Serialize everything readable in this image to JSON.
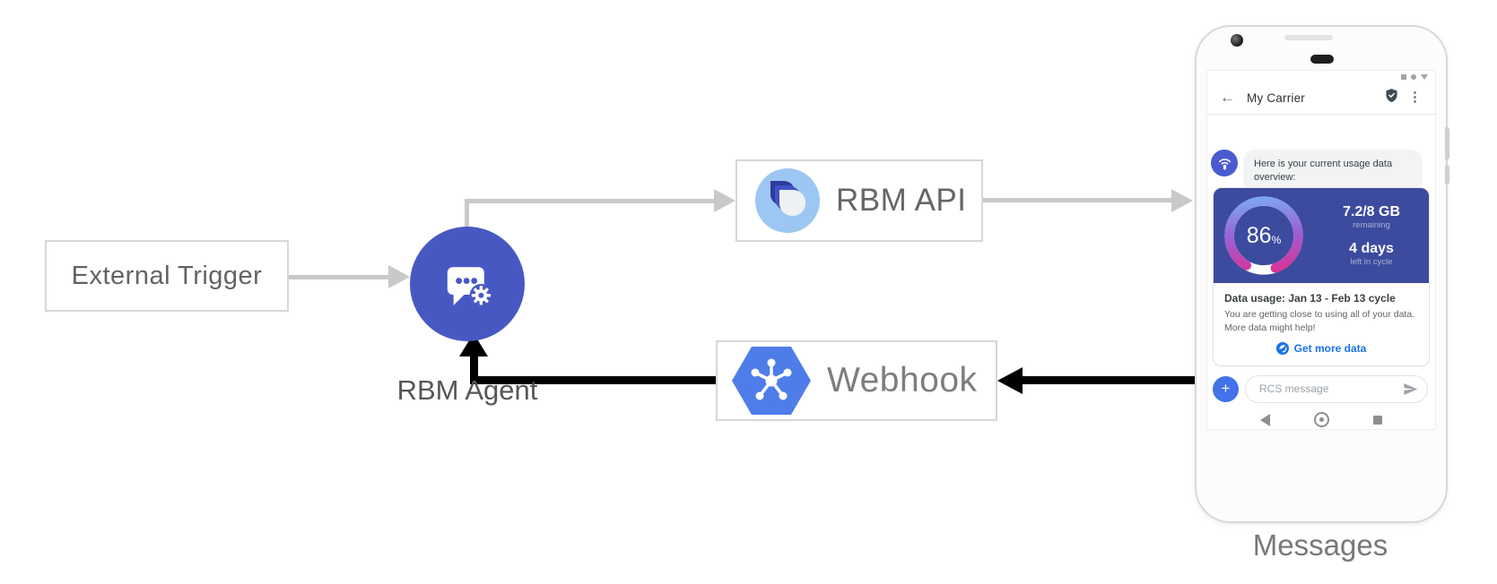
{
  "colors": {
    "agent-blue": "#4858c3",
    "card-indigo": "#3c4b9e",
    "hex-blue": "#4e7de9",
    "api-light-blue": "#9cc7f2",
    "api-navy": "#2e3b9d",
    "api-mid-blue": "#4152c4",
    "link-blue": "#1a73e8",
    "plus-blue": "#4273e8",
    "line-gray": "#c9c9c9",
    "gauge-start": "#79aef2",
    "gauge-mid": "#9b5fd6",
    "gauge-end": "#e62a8b"
  },
  "diagram": {
    "external_trigger": {
      "label": "External Trigger"
    },
    "rbm_agent": {
      "label": "RBM Agent"
    },
    "rbm_api": {
      "label": "RBM API"
    },
    "webhook": {
      "label": "Webhook"
    },
    "phone_caption": "Messages"
  },
  "phone": {
    "header": {
      "title": "My Carrier"
    },
    "bubble_text": "Here is your current usage data overview:",
    "usage_card": {
      "percent": "86",
      "percent_unit": "%",
      "remaining_value": "7.2/8 GB",
      "remaining_label": "remaining",
      "cycle_value": "4 days",
      "cycle_label": "left in cycle",
      "title": "Data usage: Jan 13 - Feb 13 cycle",
      "body": "You are getting close to using all of your data. More data might help!",
      "action_label": "Get more data"
    },
    "compose": {
      "placeholder": "RCS message"
    },
    "plus_label": "+"
  }
}
